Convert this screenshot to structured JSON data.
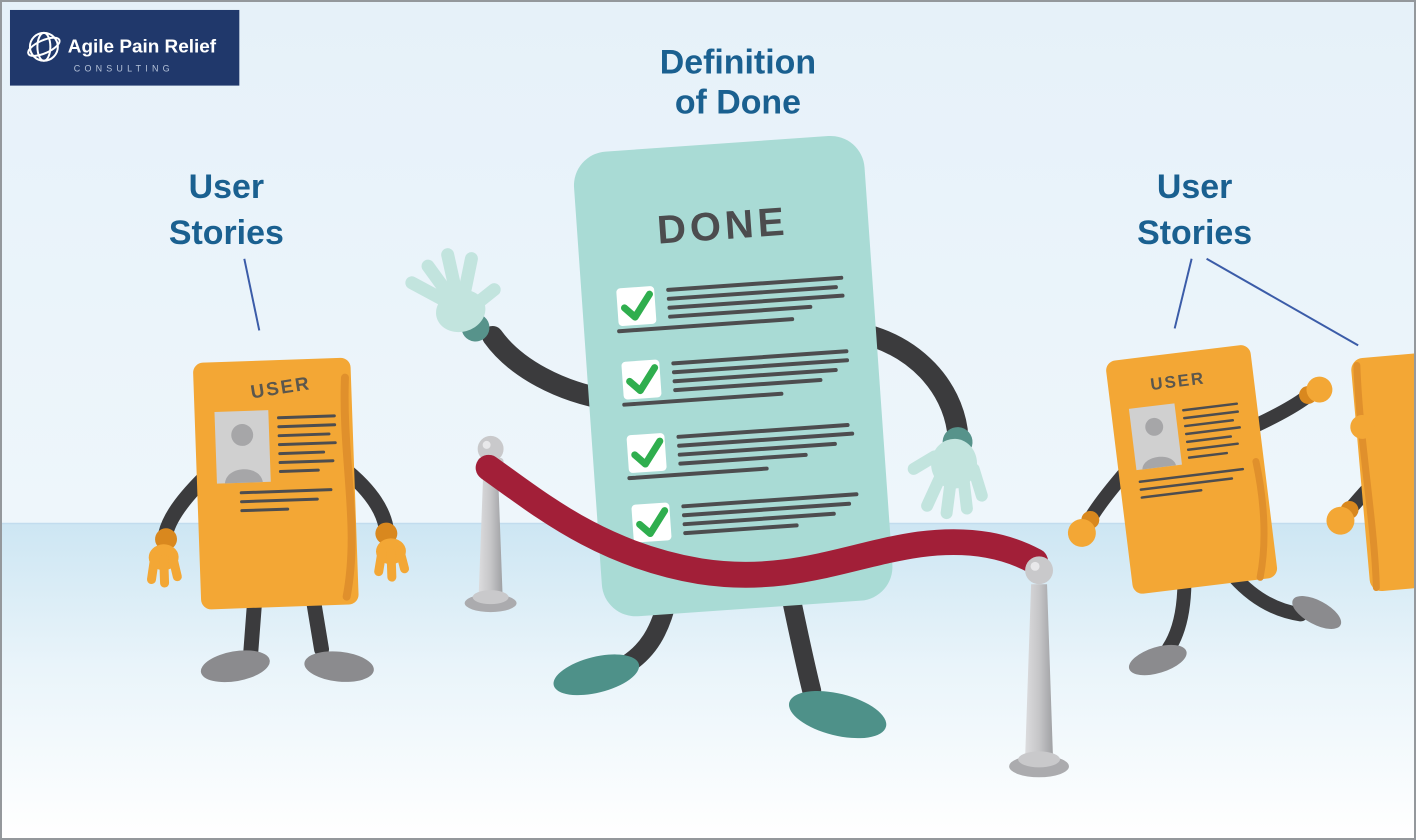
{
  "logo": {
    "title": "Agile Pain Relief",
    "subtitle": "CONSULTING",
    "icon": "globe-swoosh-icon",
    "bg_color": "#20386b"
  },
  "title": {
    "line1": "Definition",
    "line2": "of Done",
    "color": "#1a6090"
  },
  "labels": {
    "left": {
      "line1": "User",
      "line2": "Stories"
    },
    "right": {
      "line1": "User",
      "line2": "Stories"
    }
  },
  "done_doc": {
    "heading": "DONE",
    "checklist": [
      "checked",
      "checked",
      "checked",
      "checked"
    ],
    "check_icon": "checkmark-icon"
  },
  "user_story_left": {
    "heading": "USER"
  },
  "user_story_right": {
    "heading": "USER"
  },
  "colors": {
    "logo_bg": "#20386b",
    "title_blue": "#1a6090",
    "pointer_line": "#3b5ca8",
    "paper_orange": "#f3a735",
    "paper_orange_shade": "#e0902c",
    "cuff_orange": "#d9881e",
    "doc_teal": "#a9dbd5",
    "foot_teal_dark": "#4e9189",
    "hand_teal": "#c2e4de",
    "wrist_teal": "#57938b",
    "limb_dark": "#3b3b3d",
    "foot_gray": "#8b8b8e",
    "rope_red": "#a21f38",
    "check_green": "#2fae4e",
    "stanchion_gray": "#c9c9cb",
    "sky": "#e6f1f9",
    "floor_band": "#cde6f3"
  }
}
